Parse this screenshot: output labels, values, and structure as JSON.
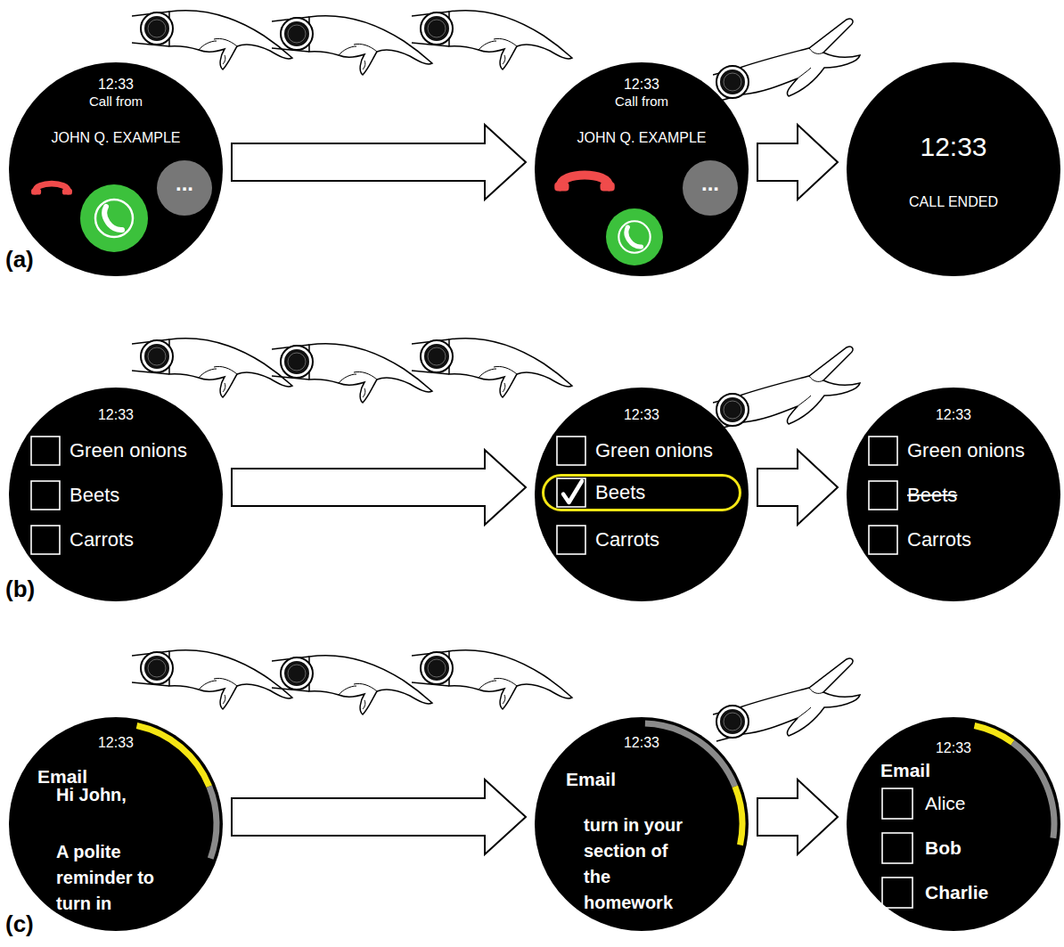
{
  "diagram": {
    "nodes": [
      {
        "text": [
          "12:33",
          "Call from",
          "JOHN Q. EXAMPLE"
        ]
      },
      {
        "text": [
          "..."
        ],
        "in": 0
      },
      {
        "text": [
          "12:33",
          "Call from",
          "JOHN Q. EXAMPLE"
        ]
      },
      {
        "text": [
          "..."
        ],
        "in": 2
      },
      {
        "text": [
          "12:33",
          "CALL ENDED"
        ]
      },
      {
        "text": [
          "12:33",
          "Green onions",
          "Beets",
          "Carrots"
        ]
      },
      {
        "text": [
          "12:33",
          "Green onions",
          "Carrots"
        ]
      },
      {
        "text": [
          "Beets"
        ],
        "in": 6
      },
      {
        "text": [
          "12:33",
          "Green onions",
          "Beets",
          "Carrots"
        ]
      },
      {
        "text": [
          "12:33",
          "Email",
          "Hi John,",
          "A polite reminder to turn in"
        ]
      },
      {
        "text": [
          "12:33",
          "Email",
          "turn in your section of the homework"
        ]
      },
      {
        "text": [
          "12:33",
          "Email",
          "Alice",
          "Bob",
          "Charlie"
        ]
      }
    ],
    "edges": [
      {
        "from": 0,
        "to": 2,
        "arrow": "to"
      },
      {
        "from": 2,
        "to": 4,
        "arrow": "to"
      },
      {
        "from": 5,
        "to": 6,
        "arrow": "to"
      },
      {
        "from": 6,
        "to": 8,
        "arrow": "to"
      },
      {
        "from": 9,
        "to": 10,
        "arrow": "to"
      },
      {
        "from": 10,
        "to": 11,
        "arrow": "to"
      }
    ],
    "labels": [
      "(a)",
      "(b)",
      "(c)"
    ]
  }
}
